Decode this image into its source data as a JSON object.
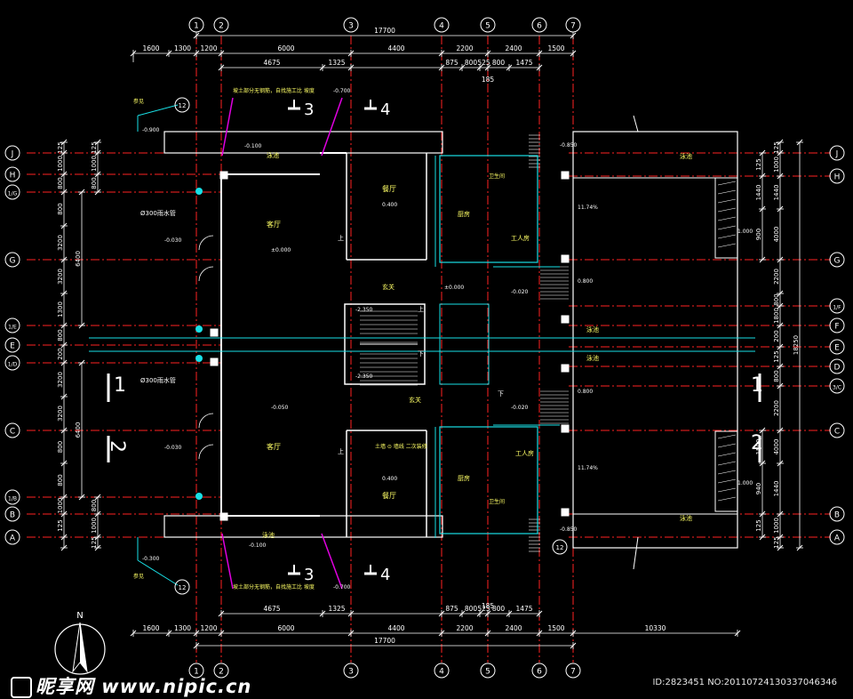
{
  "colors": {
    "bg": "#000000",
    "wall": "#ffffff",
    "cyan": "#19e0e6",
    "axis": "#ff2222",
    "dim": "#ffffff",
    "text": "#ffff66",
    "green": "#3cdc3c",
    "magenta": "#e000e0"
  },
  "col_axes": [
    "1",
    "2",
    "3",
    "4",
    "5",
    "6",
    "7"
  ],
  "row_axes_left": [
    "J",
    "H",
    "1/G",
    "G",
    "1/E",
    "E",
    "1/D",
    "C",
    "1/B",
    "B",
    "A"
  ],
  "row_axes_right": [
    "J",
    "H",
    "G",
    "1/F",
    "F",
    "E",
    "D",
    "3/C",
    "C",
    "B",
    "A"
  ],
  "dims": {
    "top_total": "17700",
    "top_row2": [
      "1600",
      "1300",
      "1200",
      "6000",
      "4400",
      "2200",
      "2400",
      "1500"
    ],
    "top_row3": [
      "4675",
      "1325",
      "875",
      "800",
      "525",
      "800",
      "1475"
    ],
    "top_row4": "185",
    "bottom_total": "17700",
    "bottom_row1": [
      "4675",
      "1325",
      "875",
      "800",
      "525",
      "800",
      "1475"
    ],
    "bottom_row2": [
      "1600",
      "1300",
      "1200",
      "6000",
      "4400",
      "2200",
      "2400",
      "1500",
      "10330"
    ],
    "bottom_185": "185",
    "left_outer": [
      "125",
      "1000",
      "800",
      "800",
      "3200",
      "3200",
      "1300",
      "800",
      "200",
      "3200",
      "3200",
      "800",
      "800",
      "1000",
      "125"
    ],
    "left_mid": [
      "6400",
      "6400"
    ],
    "right_outer": [
      "125",
      "1000",
      "1440",
      "4000",
      "2200",
      "800",
      "1800",
      "200",
      "125",
      "800",
      "2200",
      "4000",
      "1440",
      "1000",
      "125"
    ],
    "right_total": "18250"
  },
  "rooms": {
    "living": "客厅",
    "dining": "餐厅",
    "kitchen": "厨房",
    "foyer": "玄关",
    "worker": "工人房",
    "pool": "泳池",
    "bath": "卫生间"
  },
  "levels": {
    "l1": "-0.100",
    "l2": "-0.030",
    "l3": "±0.000",
    "l4": "0.400",
    "l5": "-0.020",
    "l6": "0.800",
    "l7": "-0.900",
    "l8": "-0.300",
    "l9": "1.000",
    "l10": "-0.850",
    "l11": "-2.350",
    "l12": "-0.700",
    "l13": "-0.050"
  },
  "slope": "11.74%",
  "notes": {
    "top_note": "坡土部分无钢筋，自找施工比 坡度",
    "bottom_note": "坡土部分无钢筋，自找施工比 坡度",
    "pipe1": "Ø300雨水管",
    "pipe2": "Ø300雨水管",
    "see": "参见",
    "label_shang": "上",
    "label_xia": "下",
    "tushi": "土墙 ⊙ 墙线 二次装修"
  },
  "section_marks": {
    "s1": "1",
    "s2": "2",
    "s3": "3",
    "s4": "4"
  },
  "detail_ref": "12",
  "north": "N",
  "watermark": "昵享网 www.nipic.cn",
  "image_id": "ID:2823451 NO:20110724130337046346"
}
